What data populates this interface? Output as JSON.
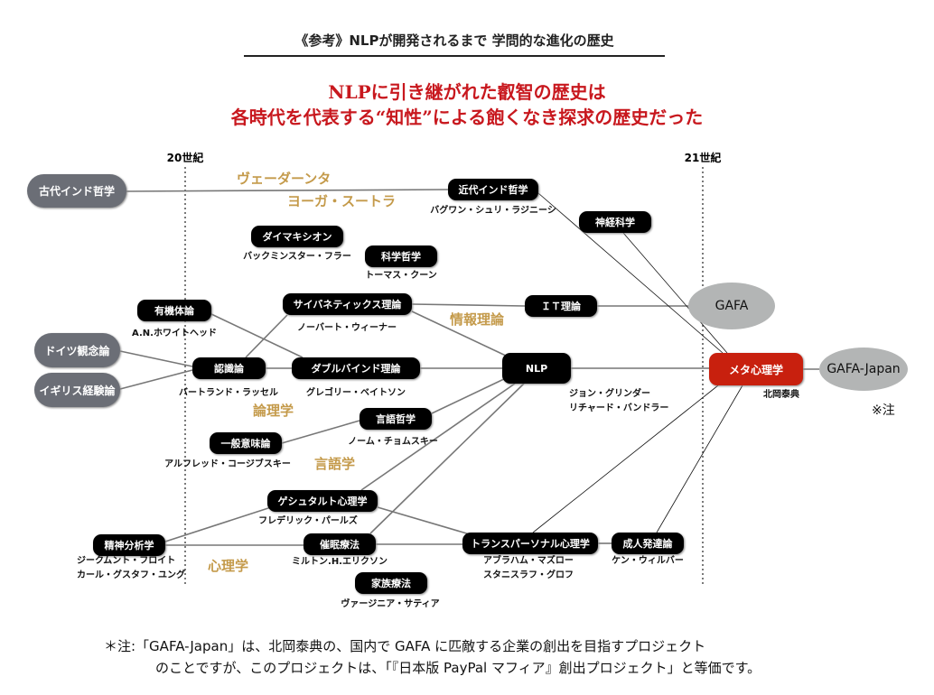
{
  "title": "《参考》NLPが開発されるまで  学問的な進化の歴史",
  "headline": [
    "NLPに引き継がれた叡智の歴史は",
    "各時代を代表する“知性”による飽くなき探求の歴史だった"
  ],
  "centuries": {
    "c20": "20世紀",
    "c21": "21世紀"
  },
  "fields": {
    "vedanta": "ヴェーダーンタ",
    "yoga": "ヨーガ・スートラ",
    "info": "情報理論",
    "logic": "論理学",
    "linguistics": "言語学",
    "psychology": "心理学"
  },
  "nodes": {
    "ancient": {
      "label": "古代インド哲学"
    },
    "modern": {
      "label": "近代インド哲学",
      "people": [
        "バグワン・シュリ・ラジニーシ"
      ]
    },
    "neuro": {
      "label": "神経科学"
    },
    "dymaxion": {
      "label": "ダイマキシオン",
      "people": [
        "バックミンスター・フラー"
      ]
    },
    "philsci": {
      "label": "科学哲学",
      "people": [
        "トーマス・クーン"
      ]
    },
    "organism": {
      "label": "有機体論",
      "people": [
        "A.N.ホワイトヘッド"
      ]
    },
    "cyber": {
      "label": "サイバネティックス理論",
      "people": [
        "ノーバート・ウィーナー"
      ]
    },
    "it": {
      "label": "ＩＴ理論"
    },
    "german": {
      "label": "ドイツ観念論"
    },
    "british": {
      "label": "イギリス経験論"
    },
    "epist": {
      "label": "認識論",
      "people": [
        "バートランド・ラッセル"
      ]
    },
    "double": {
      "label": "ダブルバインド理論",
      "people": [
        "グレゴリー・ベイトソン"
      ]
    },
    "nlp": {
      "label": "NLP",
      "people": [
        "ジョン・グリンダー",
        "リチャード・バンドラー"
      ]
    },
    "meta": {
      "label": "メタ心理学",
      "people": [
        "北岡泰典"
      ]
    },
    "langphil": {
      "label": "言語哲学",
      "people": [
        "ノーム・チョムスキー"
      ]
    },
    "semantics": {
      "label": "一般意味論",
      "people": [
        "アルフレッド・コージブスキー"
      ]
    },
    "gestalt": {
      "label": "ゲシュタルト心理学",
      "people": [
        "フレデリック・パールズ"
      ]
    },
    "psychoan": {
      "label": "精神分析学",
      "people": [
        "ジークムント・フロイト",
        "カール・グスタフ・ユング"
      ]
    },
    "hypno": {
      "label": "催眠療法",
      "people": [
        "ミルトン.H.エリクソン"
      ]
    },
    "transp": {
      "label": "トランスパーソナル心理学",
      "people": [
        "アブラハム・マズロー",
        "スタニスラフ・グロフ"
      ]
    },
    "adult": {
      "label": "成人発達論",
      "people": [
        "ケン・ウィルバー"
      ]
    },
    "family": {
      "label": "家族療法",
      "people": [
        "ヴァージニア・サティア"
      ]
    },
    "gafa": {
      "label": "GAFA"
    },
    "gafajp": {
      "label": "GAFA-Japan"
    }
  },
  "note_mark": "※注",
  "footnote": [
    "＊注:「GAFA-Japan」は、北岡泰典の、国内で GAFA に匹敵する企業の創出を目指すプロジェクト",
    "のことですが、このプロジェクトは、「『日本版 PayPal マフィア』創出プロジェクト」と等価です。"
  ]
}
